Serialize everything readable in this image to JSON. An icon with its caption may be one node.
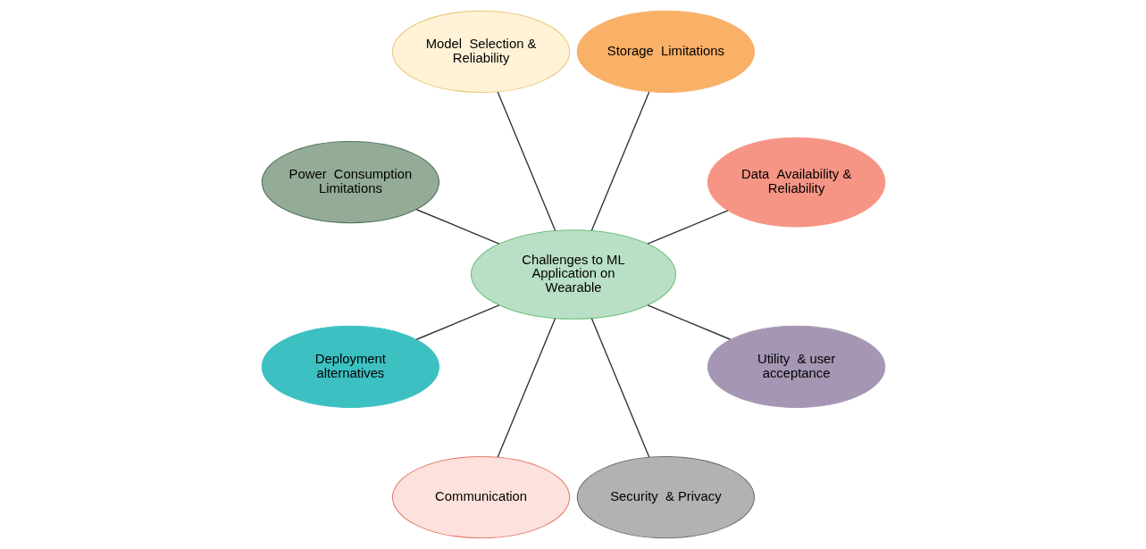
{
  "diagram": {
    "nodes": [
      {
        "text": [
          "Data  Availability & Reliability"
        ]
      },
      {
        "text": [
          "Storage  Limitations"
        ]
      },
      {
        "text": [
          "Model  Selection & Reliability"
        ]
      },
      {
        "text": [
          "Power  Consumption Limitations"
        ]
      },
      {
        "text": [
          "Challenges to ML  Application on Wearable"
        ]
      },
      {
        "text": [
          "Deployment  alternatives"
        ]
      },
      {
        "text": [
          "Communication"
        ]
      },
      {
        "text": [
          "Security  & Privacy"
        ]
      },
      {
        "text": [
          "Utility  & user acceptance"
        ]
      }
    ],
    "edges": [
      {
        "from": 4,
        "to": 0,
        "arrow": "none"
      },
      {
        "from": 4,
        "to": 2,
        "arrow": "none"
      },
      {
        "from": 4,
        "to": 5,
        "arrow": "none"
      },
      {
        "from": 4,
        "to": 7,
        "arrow": "none"
      },
      {
        "from": 4,
        "to": 8,
        "arrow": "none"
      },
      {
        "from": 4,
        "to": 6,
        "arrow": "none"
      },
      {
        "from": 4,
        "to": 3,
        "arrow": "none"
      },
      {
        "from": 4,
        "to": 1,
        "arrow": "none"
      }
    ]
  }
}
